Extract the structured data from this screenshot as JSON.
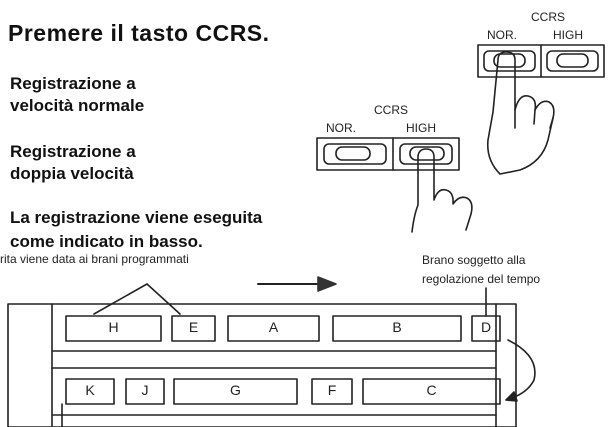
{
  "heading": "Premere il tasto CCRS.",
  "options": [
    {
      "text": "Registrazione a velocità normale",
      "line1": "Registrazione a",
      "line2": "velocità normale"
    },
    {
      "text": "Registrazione a doppia velocità",
      "line1": "Registrazione a",
      "line2": "doppia velocità"
    }
  ],
  "note": {
    "line1": "La registrazione viene eseguita",
    "line2": "come indicato in basso."
  },
  "priority_caption": "rita viene data ai brani programmati",
  "tempo_caption": {
    "line1": "Brano soggetto alla",
    "line2": "regolazione del tempo"
  },
  "switch_top": {
    "title": "CCRS",
    "left": "NOR.",
    "right": "HIGH"
  },
  "switch_mid": {
    "title": "CCRS",
    "left": "NOR.",
    "right": "HIGH"
  },
  "tracks_top": [
    "H",
    "E",
    "A",
    "B",
    "D"
  ],
  "tracks_bottom": [
    "K",
    "J",
    "G",
    "F",
    "C"
  ]
}
